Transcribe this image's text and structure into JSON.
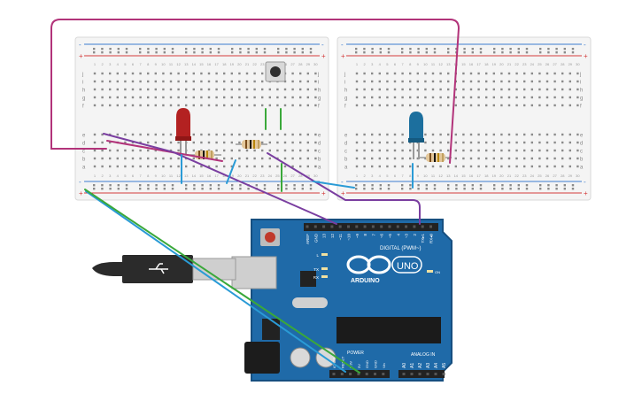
{
  "colors": {
    "breadboard": "#f4f4f4",
    "breadboard_edge": "#d9d9d9",
    "rail_red": "#d43c3c",
    "rail_blue": "#3c7ccf",
    "hole": "#8a8a8a",
    "arduino_blue": "#1f6aa8",
    "arduino_dark": "#174f80",
    "header": "#222222",
    "wire_purple": "#7a3ea0",
    "wire_magenta": "#b2337a",
    "wire_blue": "#2a9bd6",
    "wire_green": "#3aa83a",
    "led_red": "#b32121",
    "led_blue": "#1c6f9e",
    "resistor_body": "#e3c79a",
    "usb_cable": "#2b2b2b",
    "usb_plug_metal": "#cfcfcf",
    "button_cap": "#303030"
  },
  "breadboard_left": {
    "rail_plus": "+",
    "rail_minus": "-",
    "row_letters_top": [
      "j",
      "i",
      "h",
      "g",
      "f"
    ],
    "row_letters_bottom": [
      "e",
      "d",
      "c",
      "b",
      "a"
    ],
    "column_numbers": [
      "1",
      "2",
      "3",
      "4",
      "5",
      "6",
      "7",
      "8",
      "9",
      "10",
      "11",
      "12",
      "13",
      "14",
      "15",
      "16",
      "17",
      "18",
      "19",
      "20",
      "21",
      "22",
      "23",
      "24",
      "25",
      "26",
      "27",
      "28",
      "29",
      "30"
    ]
  },
  "breadboard_right": {
    "rail_plus": "+",
    "rail_minus": "-",
    "row_letters_top": [
      "j",
      "i",
      "h",
      "g",
      "f"
    ],
    "row_letters_bottom": [
      "e",
      "d",
      "c",
      "b",
      "a"
    ],
    "column_numbers": [
      "1",
      "2",
      "3",
      "4",
      "5",
      "6",
      "7",
      "8",
      "9",
      "10",
      "11",
      "12",
      "13",
      "14",
      "15",
      "16",
      "17",
      "18",
      "19",
      "20",
      "21",
      "22",
      "23",
      "24",
      "25",
      "26",
      "27",
      "28",
      "29",
      "30"
    ]
  },
  "arduino": {
    "brand": "ARDUINO",
    "model": "UNO",
    "digital_label": "DIGITAL (PWM~)",
    "power_label": "POWER",
    "analog_label": "ANALOG IN",
    "led_labels": [
      "L",
      "TX",
      "RX"
    ],
    "on_label": "ON",
    "digital_pins": [
      "AREF",
      "GND",
      "13",
      "12",
      "~11",
      "~10",
      "~9",
      "8",
      "7",
      "~6",
      "~5",
      "4",
      "~3",
      "2",
      "TX▸1",
      "RX◂0"
    ],
    "power_pins": [
      "IOREF",
      "RESET",
      "3.3V",
      "5V",
      "GND",
      "GND",
      "Vin"
    ],
    "analog_pins": [
      "A0",
      "A1",
      "A2",
      "A3",
      "A4",
      "A5"
    ]
  }
}
